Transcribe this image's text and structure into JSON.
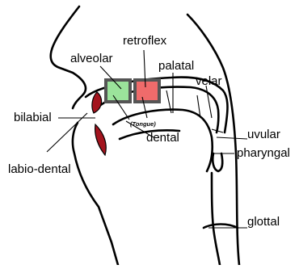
{
  "labels": {
    "alveolar": "alveolar",
    "retroflex": "retroflex",
    "palatal": "palatal",
    "velar": "velar",
    "bilabial": "bilabial",
    "tongue": "(Tongue)",
    "dental": "dental",
    "uvular": "uvular",
    "labio_dental": "labio-dental",
    "pharyngal": "pharyngal",
    "glottal": "glottal"
  },
  "colors": {
    "outline": "#000000",
    "lips": "#a3141e",
    "alveolar_fill": "#9be39b",
    "retroflex_fill": "#ef6b6b",
    "highlight_border": "#555555"
  }
}
